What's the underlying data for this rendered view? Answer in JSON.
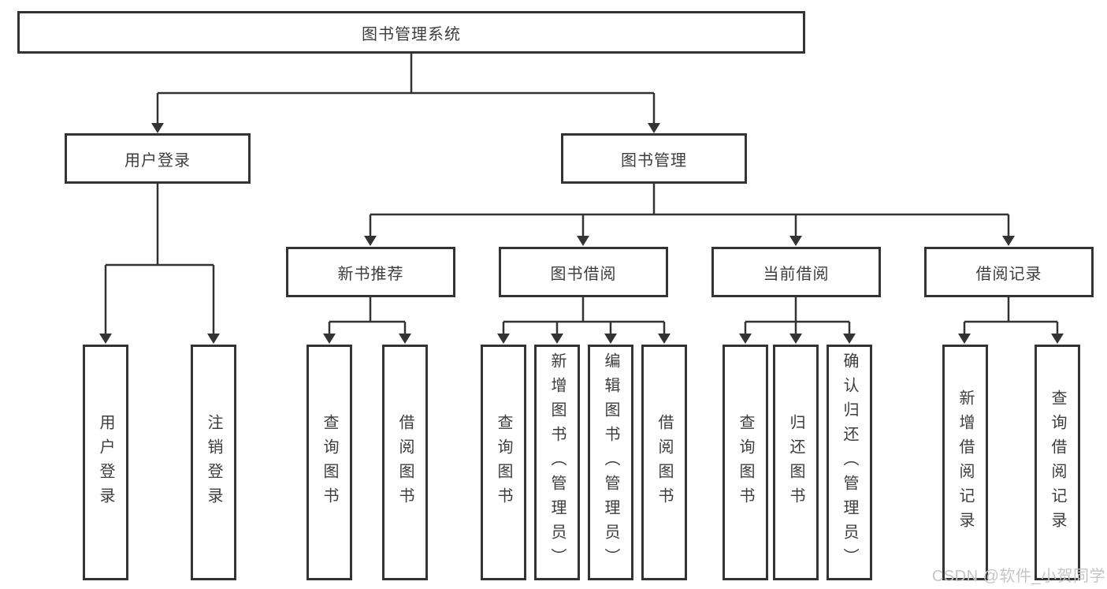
{
  "diagram": {
    "root": {
      "label": "图书管理系统"
    },
    "branches": [
      {
        "label": "用户登录",
        "children": [
          {
            "label": "用户登录"
          },
          {
            "label": "注销登录"
          }
        ]
      },
      {
        "label": "图书管理",
        "groups": [
          {
            "label": "新书推荐",
            "children": [
              {
                "label": "查询图书"
              },
              {
                "label": "借阅图书"
              }
            ]
          },
          {
            "label": "图书借阅",
            "children": [
              {
                "label": "查询图书"
              },
              {
                "label": "新增图书（管理员）"
              },
              {
                "label": "编辑图书（管理员）"
              },
              {
                "label": "借阅图书"
              }
            ]
          },
          {
            "label": "当前借阅",
            "children": [
              {
                "label": "查询图书"
              },
              {
                "label": "归还图书"
              },
              {
                "label": "确认归还（管理员）"
              }
            ]
          },
          {
            "label": "借阅记录",
            "children": [
              {
                "label": "新增借阅记录"
              },
              {
                "label": "查询借阅记录"
              }
            ]
          }
        ]
      }
    ]
  },
  "watermark": {
    "text": "CSDN @软件_小贺同学"
  },
  "colors": {
    "line": "#333333",
    "text": "#3d3d3d",
    "watermark": "#c5c5c5",
    "background": "#ffffff"
  }
}
